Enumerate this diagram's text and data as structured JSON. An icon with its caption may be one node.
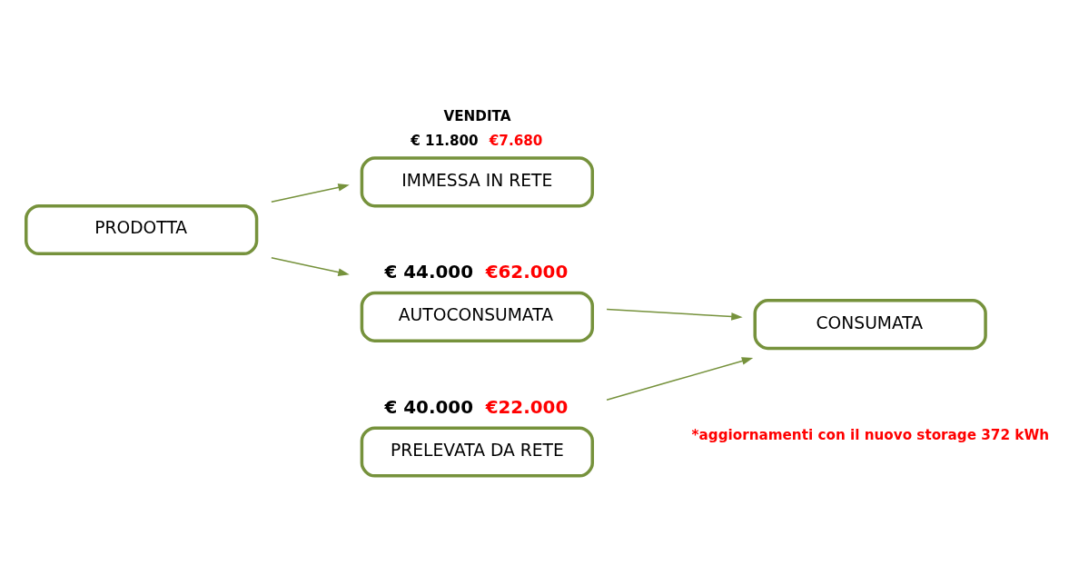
{
  "diagram": {
    "nodes": [
      {
        "text": [
          "PRODOTTA"
        ]
      },
      {
        "text": [
          "IMMESSA IN RETE"
        ],
        "beside": [
          "VENDITA",
          "€ 11.800",
          "€7.680"
        ]
      },
      {
        "text": [
          "AUTOCONSUMATA"
        ],
        "beside": [
          "€ 44.000",
          "€62.000"
        ]
      },
      {
        "text": [
          "CONSUMATA"
        ]
      },
      {
        "text": [
          "PRELEVATA DA RETE"
        ],
        "beside": [
          "€ 40.000",
          "€22.000"
        ]
      }
    ],
    "edges": [
      {
        "from": 0,
        "to": 1,
        "arrow": "to"
      },
      {
        "from": 0,
        "to": 2,
        "arrow": "to"
      },
      {
        "from": 2,
        "to": 3,
        "arrow": "to"
      },
      {
        "from": 4,
        "to": 3,
        "arrow": "to"
      }
    ],
    "labels": [
      "*aggiornamenti con il nuovo storage 372 kWh"
    ]
  }
}
